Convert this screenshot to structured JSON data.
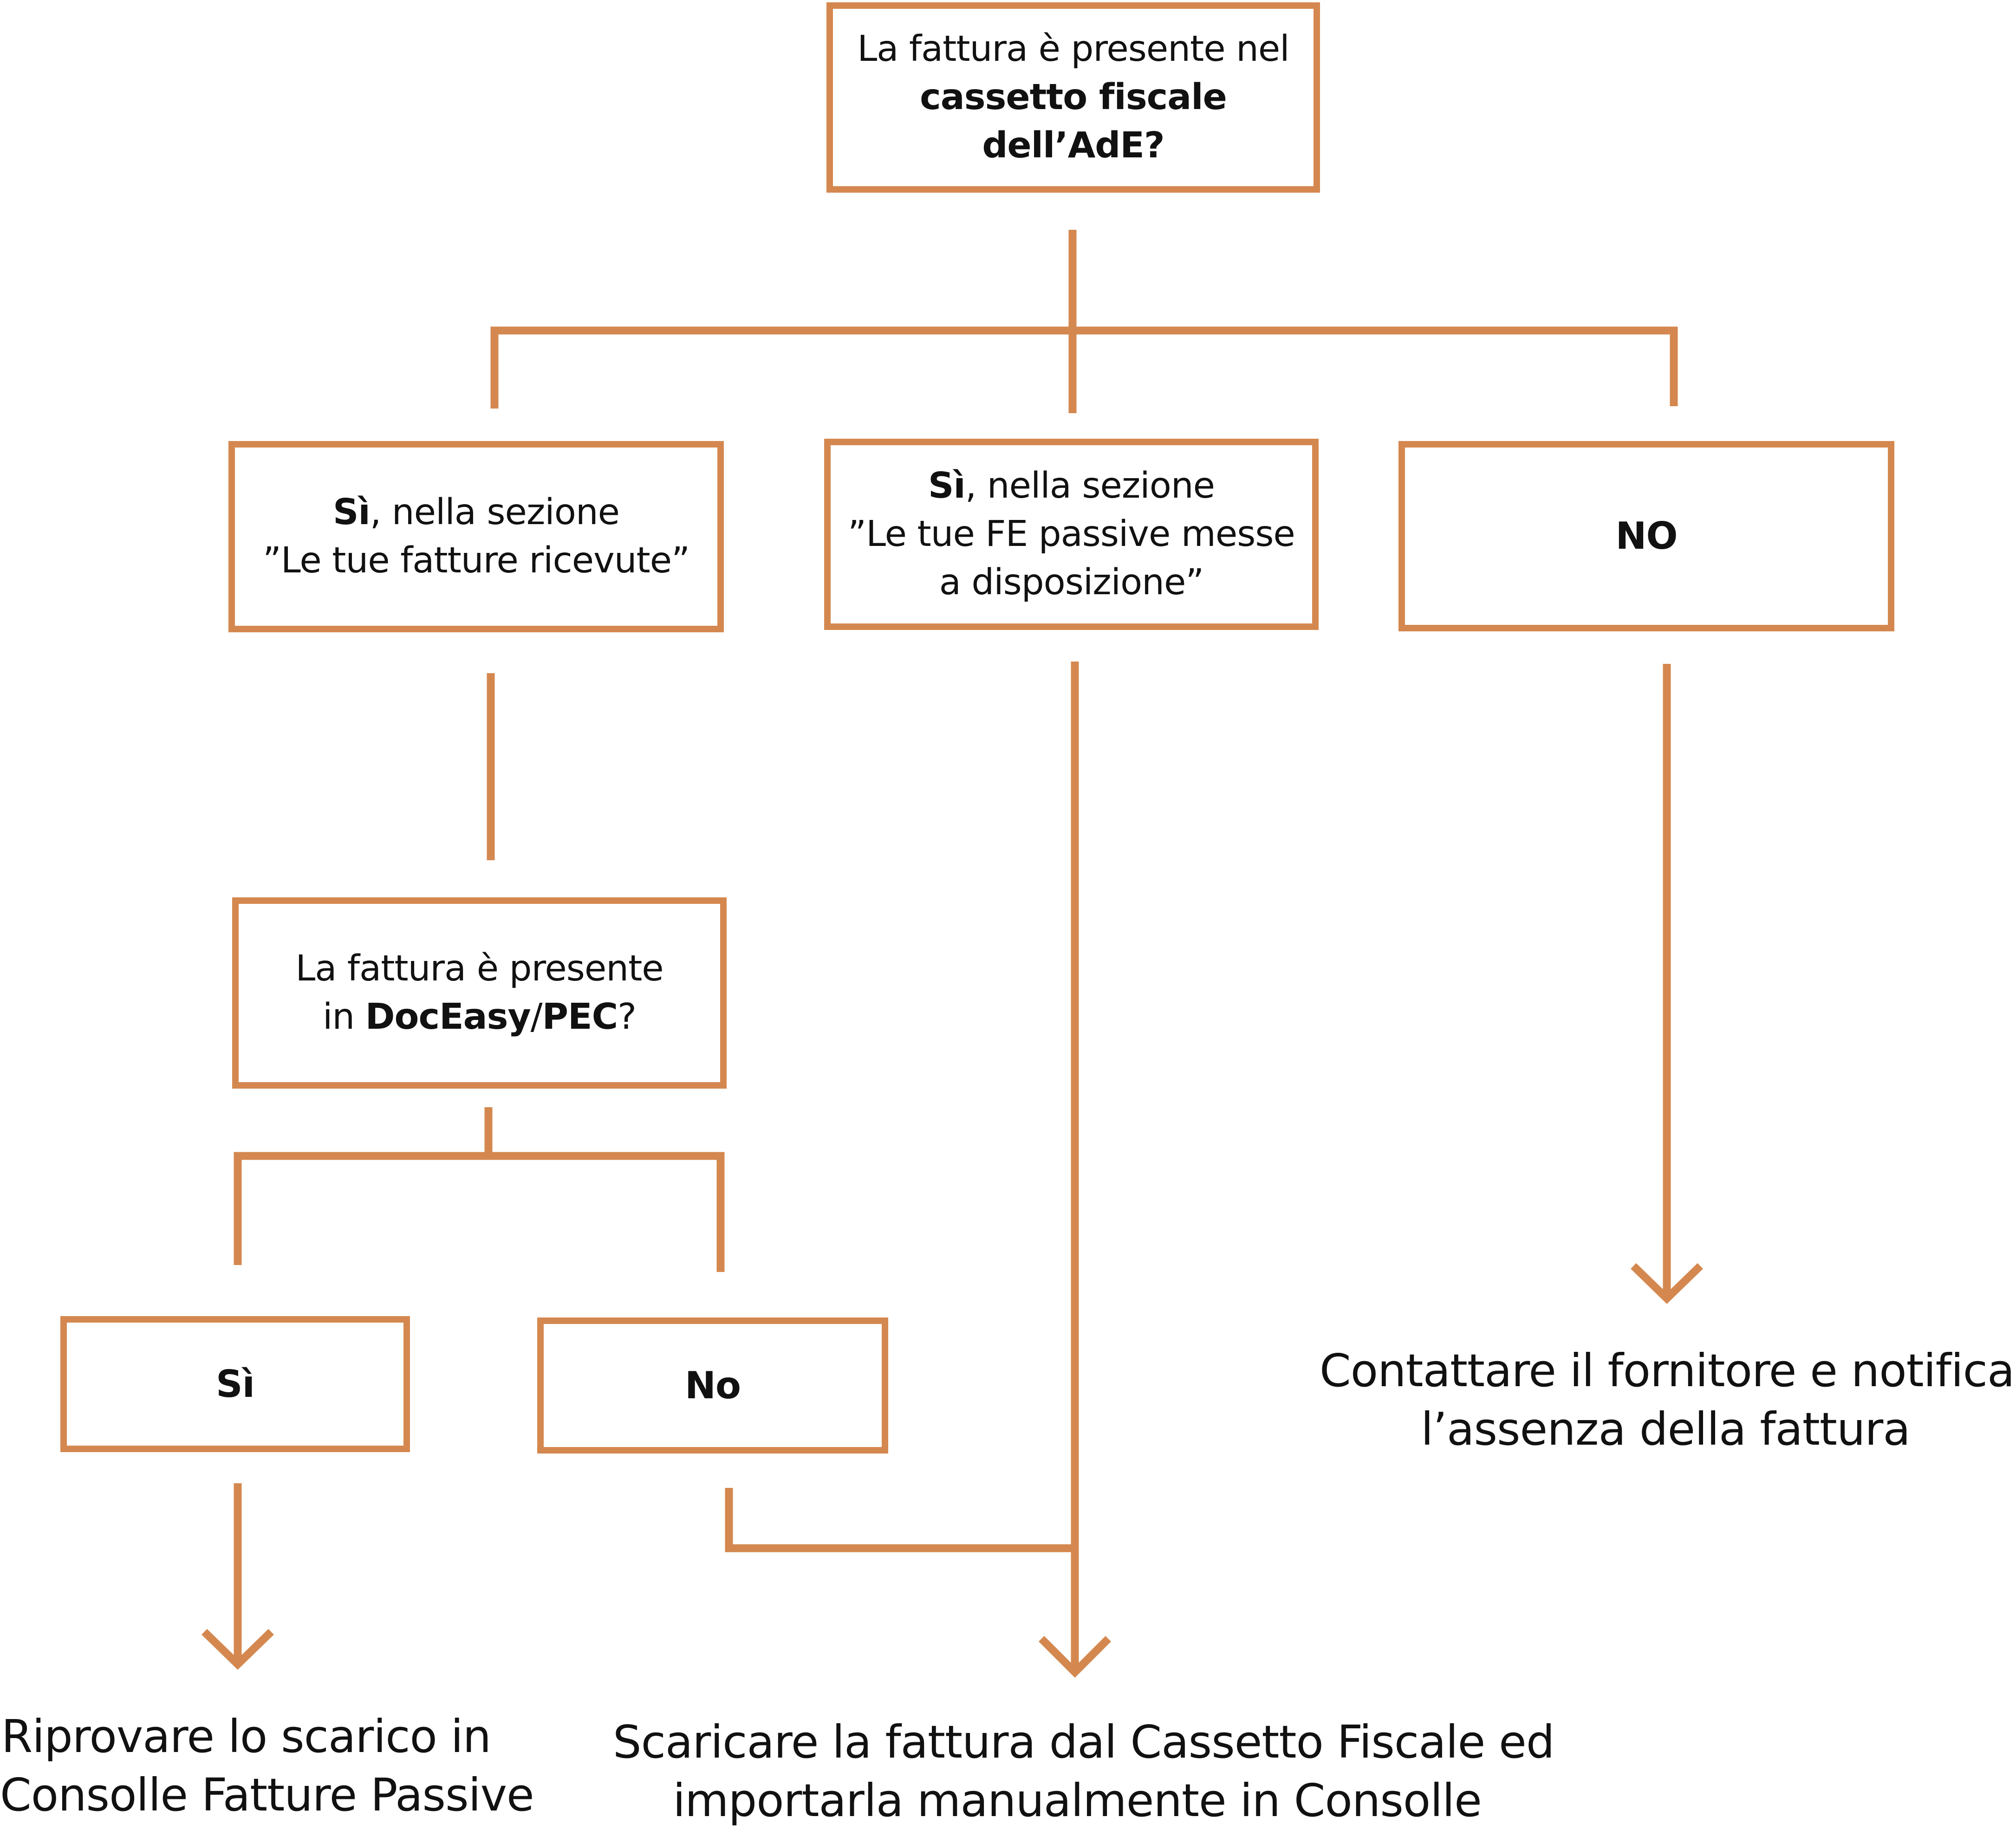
{
  "colors": {
    "accent": "#d4884f",
    "text": "#111111",
    "background": "#ffffff"
  },
  "nodes": {
    "root": {
      "line1": "La fattura è presente nel",
      "line2_bold": "cassetto fiscale dell’AdE?"
    },
    "left_yes": {
      "bold": "Sì",
      "rest1": ", nella sezione",
      "line2": "”Le tue fatture ricevute”"
    },
    "middle_yes": {
      "bold": "Sì",
      "rest1": ", nella sezione",
      "line2": "”Le tue FE passive messe",
      "line3": "a disposizione”"
    },
    "right_no": {
      "label": "NO"
    },
    "doceasy_question": {
      "line1": "La fattura è presente",
      "prefix": "in ",
      "bold1": "DocEasy",
      "sep": "/",
      "bold2": "PEC",
      "suffix": "?"
    },
    "sub_yes": {
      "label": "Sì"
    },
    "sub_no": {
      "label": "No"
    }
  },
  "outcomes": {
    "retry": {
      "line1": "Riprovare lo scarico in",
      "line2": "Consolle Fatture Passive"
    },
    "download": {
      "line1": "Scaricare la fattura dal Cassetto Fiscale ed",
      "line2": "importarla manualmente in Consolle"
    },
    "contact": {
      "line1": "Contattare il fornitore e notificare",
      "line2": "l’assenza della fattura"
    }
  }
}
